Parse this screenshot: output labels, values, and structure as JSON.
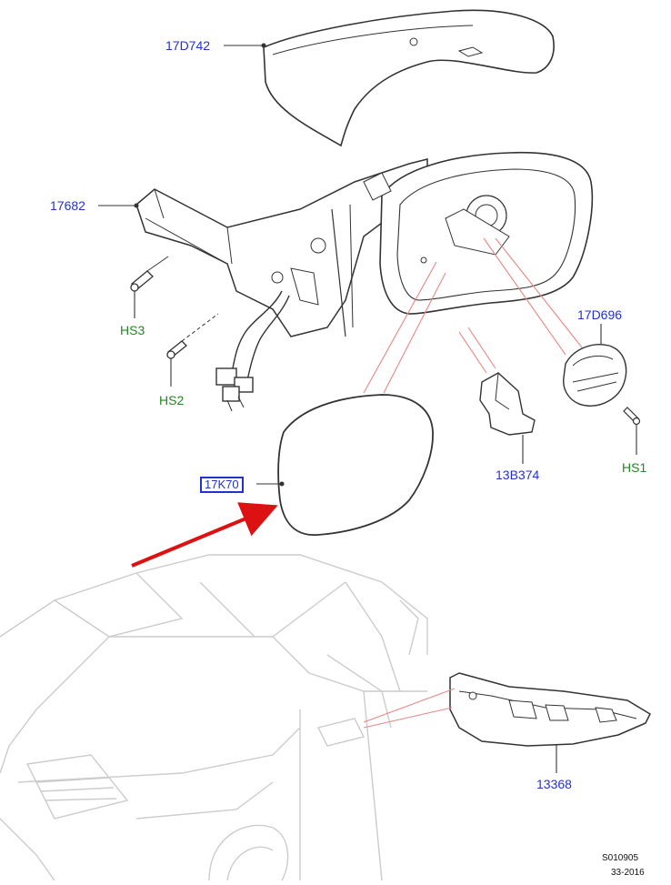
{
  "diagram": {
    "callouts": [
      {
        "id": "cover",
        "label": "17D742",
        "kind": "part"
      },
      {
        "id": "bracket",
        "label": "17682",
        "kind": "part"
      },
      {
        "id": "hs3",
        "label": "HS3",
        "kind": "screw"
      },
      {
        "id": "hs2",
        "label": "HS2",
        "kind": "screw"
      },
      {
        "id": "actuator",
        "label": "17D696",
        "kind": "part"
      },
      {
        "id": "hs1",
        "label": "HS1",
        "kind": "screw"
      },
      {
        "id": "clip",
        "label": "13B374",
        "kind": "part"
      },
      {
        "id": "glass",
        "label": "17K70",
        "kind": "highlighted-part"
      },
      {
        "id": "lamp",
        "label": "13368",
        "kind": "part"
      }
    ],
    "reference": {
      "code": "S010905",
      "date": "33-2016"
    },
    "colors": {
      "part_label": "#2233cc",
      "screw_label": "#228822",
      "pointer_arrow": "#dd1111",
      "leader_lines": "#e88888",
      "line_art": "#333333",
      "vehicle_ghost": "#cccccc"
    }
  }
}
